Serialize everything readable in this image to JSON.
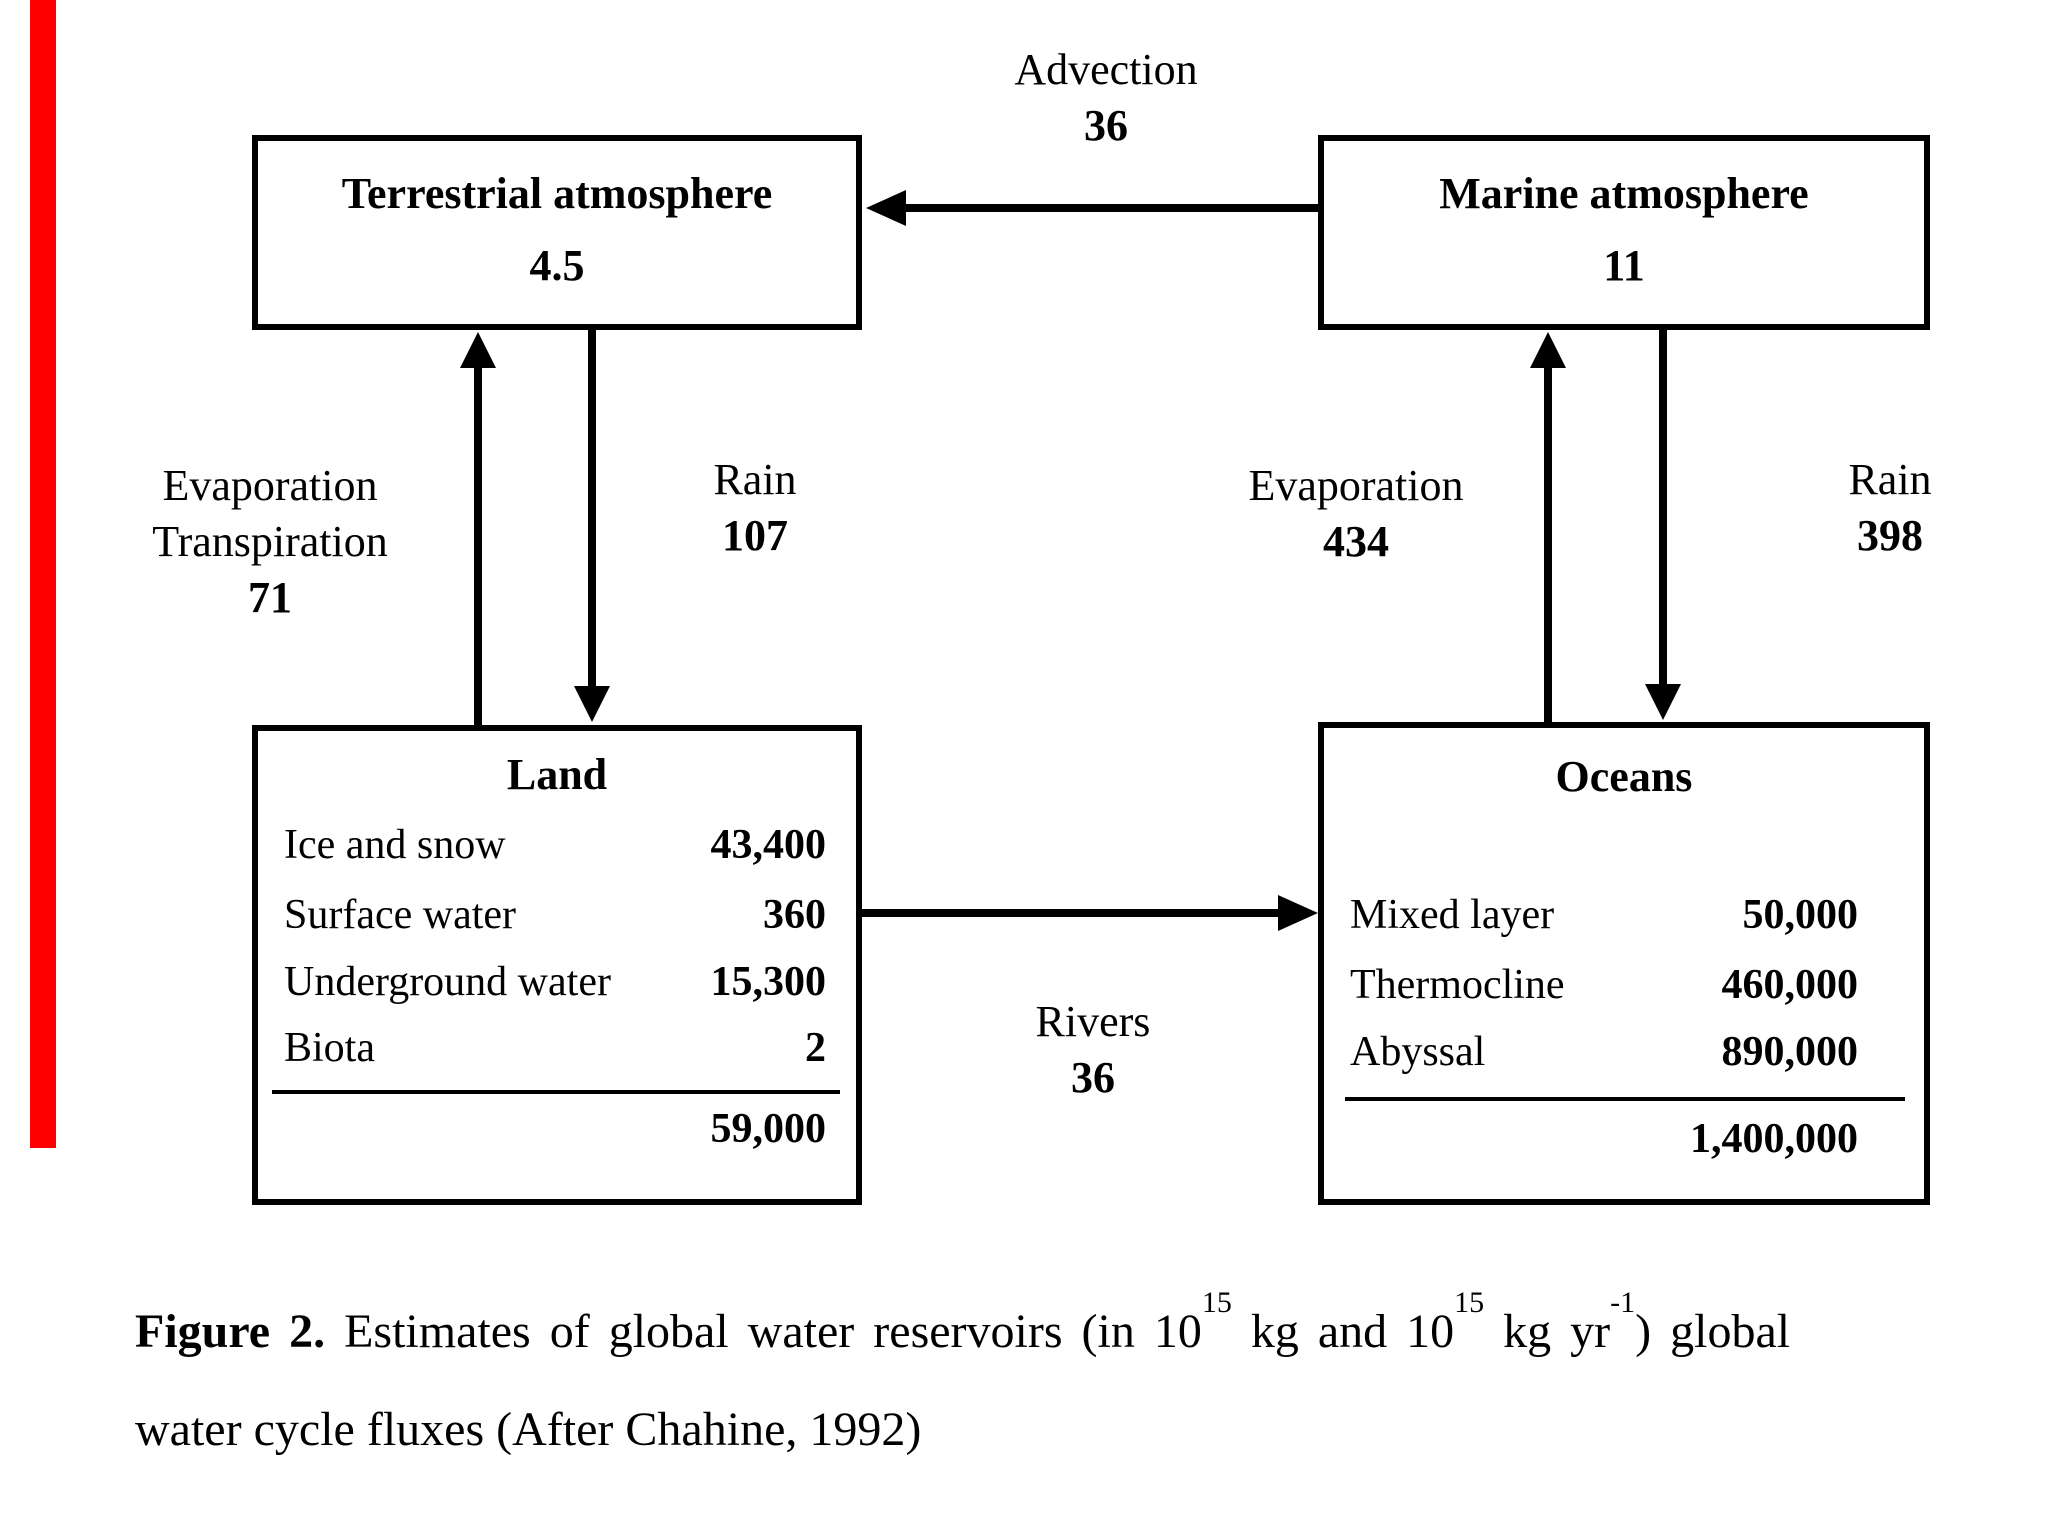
{
  "page": {
    "background": "#ffffff",
    "margin_marker_color": "#fe0000"
  },
  "boxes": {
    "terrestrial": {
      "title": "Terrestrial atmosphere",
      "value": "4.5"
    },
    "marine": {
      "title": "Marine atmosphere",
      "value": "11"
    },
    "land": {
      "title": "Land",
      "rows": [
        {
          "label": "Ice and snow",
          "value": "43,400"
        },
        {
          "label": "Surface water",
          "value": "360"
        },
        {
          "label": "Underground water",
          "value": "15,300"
        },
        {
          "label": "Biota",
          "value": "2"
        }
      ],
      "total": "59,000"
    },
    "oceans": {
      "title": "Oceans",
      "rows": [
        {
          "label": "Mixed layer",
          "value": "50,000"
        },
        {
          "label": "Thermocline",
          "value": "460,000"
        },
        {
          "label": "Abyssal",
          "value": "890,000"
        }
      ],
      "total": "1,400,000"
    }
  },
  "fluxes": {
    "advection": {
      "label": "Advection",
      "value": "36"
    },
    "evap_transp_land": {
      "label1": "Evaporation",
      "label2": "Transpiration",
      "value": "71"
    },
    "rain_land": {
      "label": "Rain",
      "value": "107"
    },
    "evap_ocean": {
      "label": "Evaporation",
      "value": "434"
    },
    "rain_ocean": {
      "label": "Rain",
      "value": "398"
    },
    "rivers": {
      "label": "Rivers",
      "value": "36"
    }
  },
  "caption": {
    "figure_label": "Figure 2.",
    "seg1": " Estimates of global water reservoirs (in 10",
    "sup1": "15",
    "seg2": " kg and 10",
    "sup2": "15",
    "seg3": " kg yr",
    "sup3": "-1",
    "seg4": ") global",
    "line2": "water cycle fluxes (After Chahine, 1992)"
  }
}
